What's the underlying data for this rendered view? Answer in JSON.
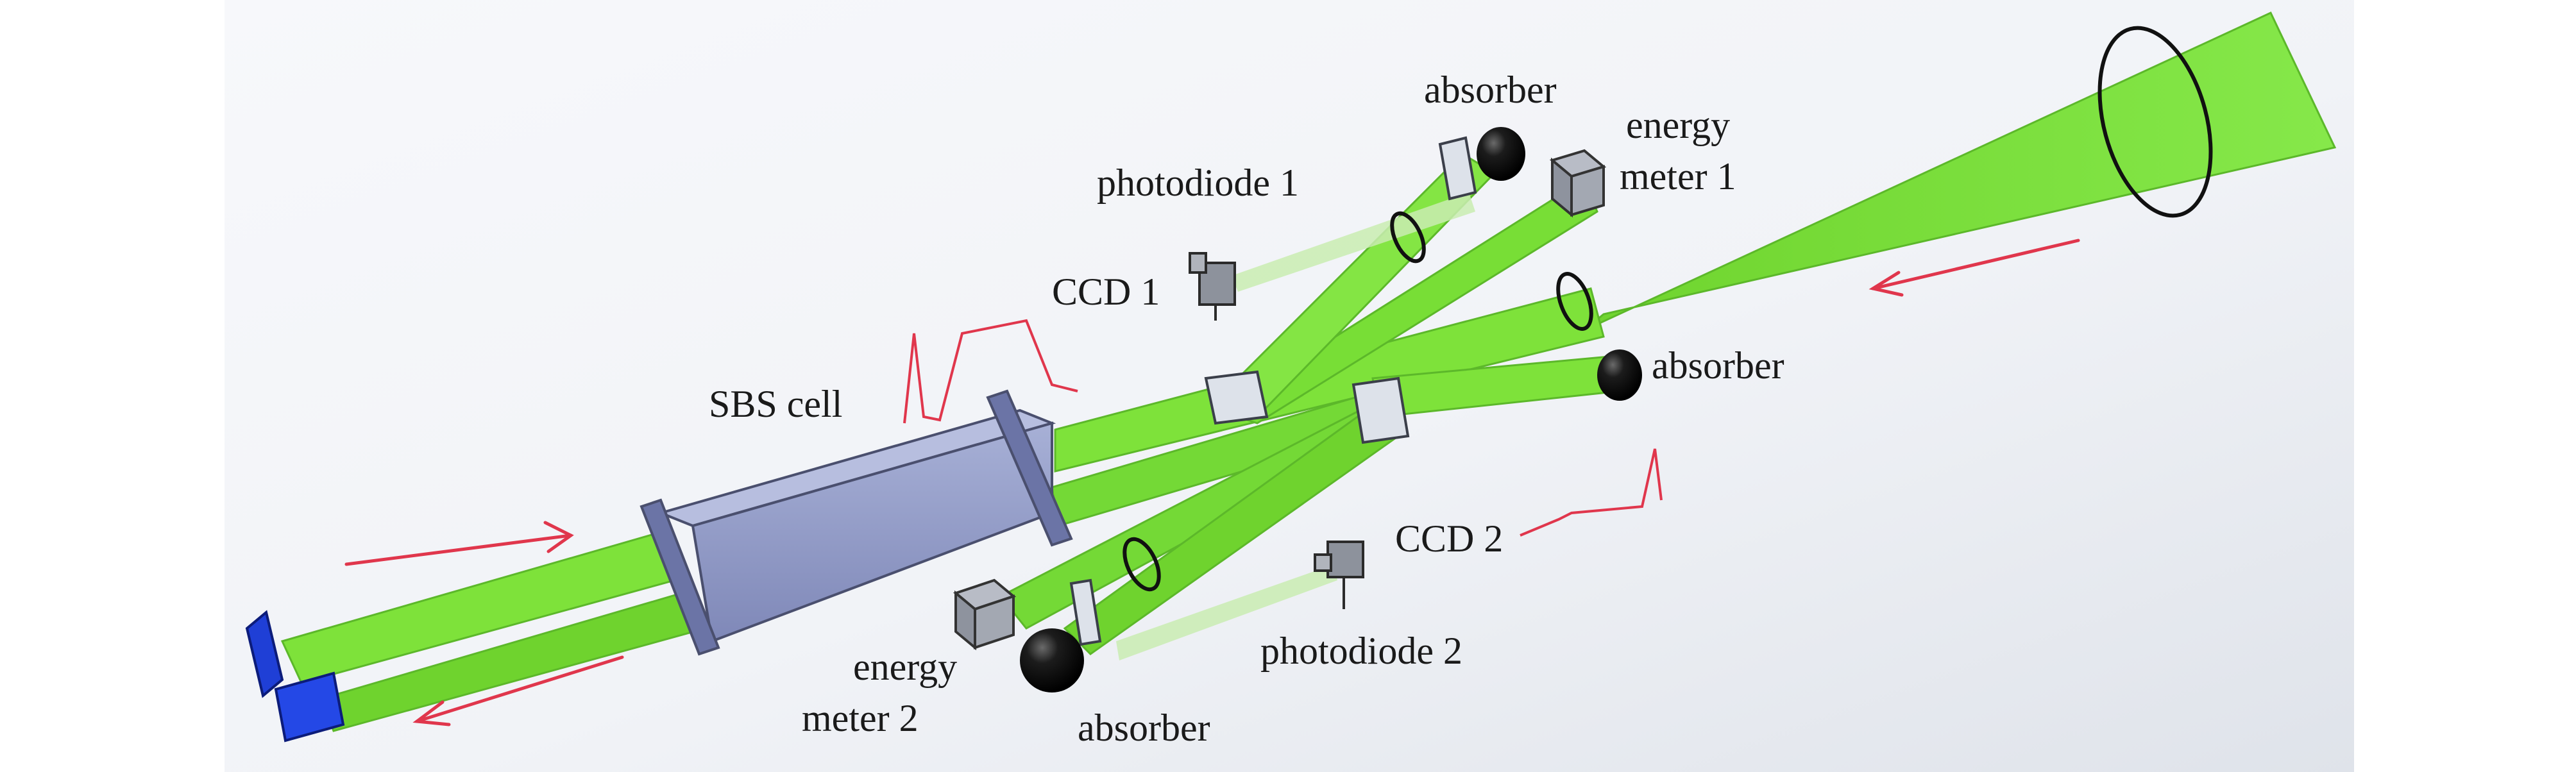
{
  "labels": {
    "absorber_top": "absorber",
    "energy_meter_1_line1": "energy",
    "energy_meter_1_line2": "meter 1",
    "photodiode_1": "photodiode 1",
    "ccd_1": "CCD 1",
    "absorber_right": "absorber",
    "sbs_cell": "SBS cell",
    "ccd_2": "CCD 2",
    "energy_meter_2_line1": "energy",
    "energy_meter_2_line2": "meter 2",
    "photodiode_2": "photodiode 2",
    "absorber_bottom": "absorber"
  },
  "colors": {
    "beam": "#7ee23a",
    "beam_edge": "#5cb82a",
    "cell_body": "#8e99c6",
    "flange": "#6b74a6",
    "arrow": "#e0364c",
    "mirror_blue": "#1f3fd6",
    "absorber": "#111111"
  }
}
